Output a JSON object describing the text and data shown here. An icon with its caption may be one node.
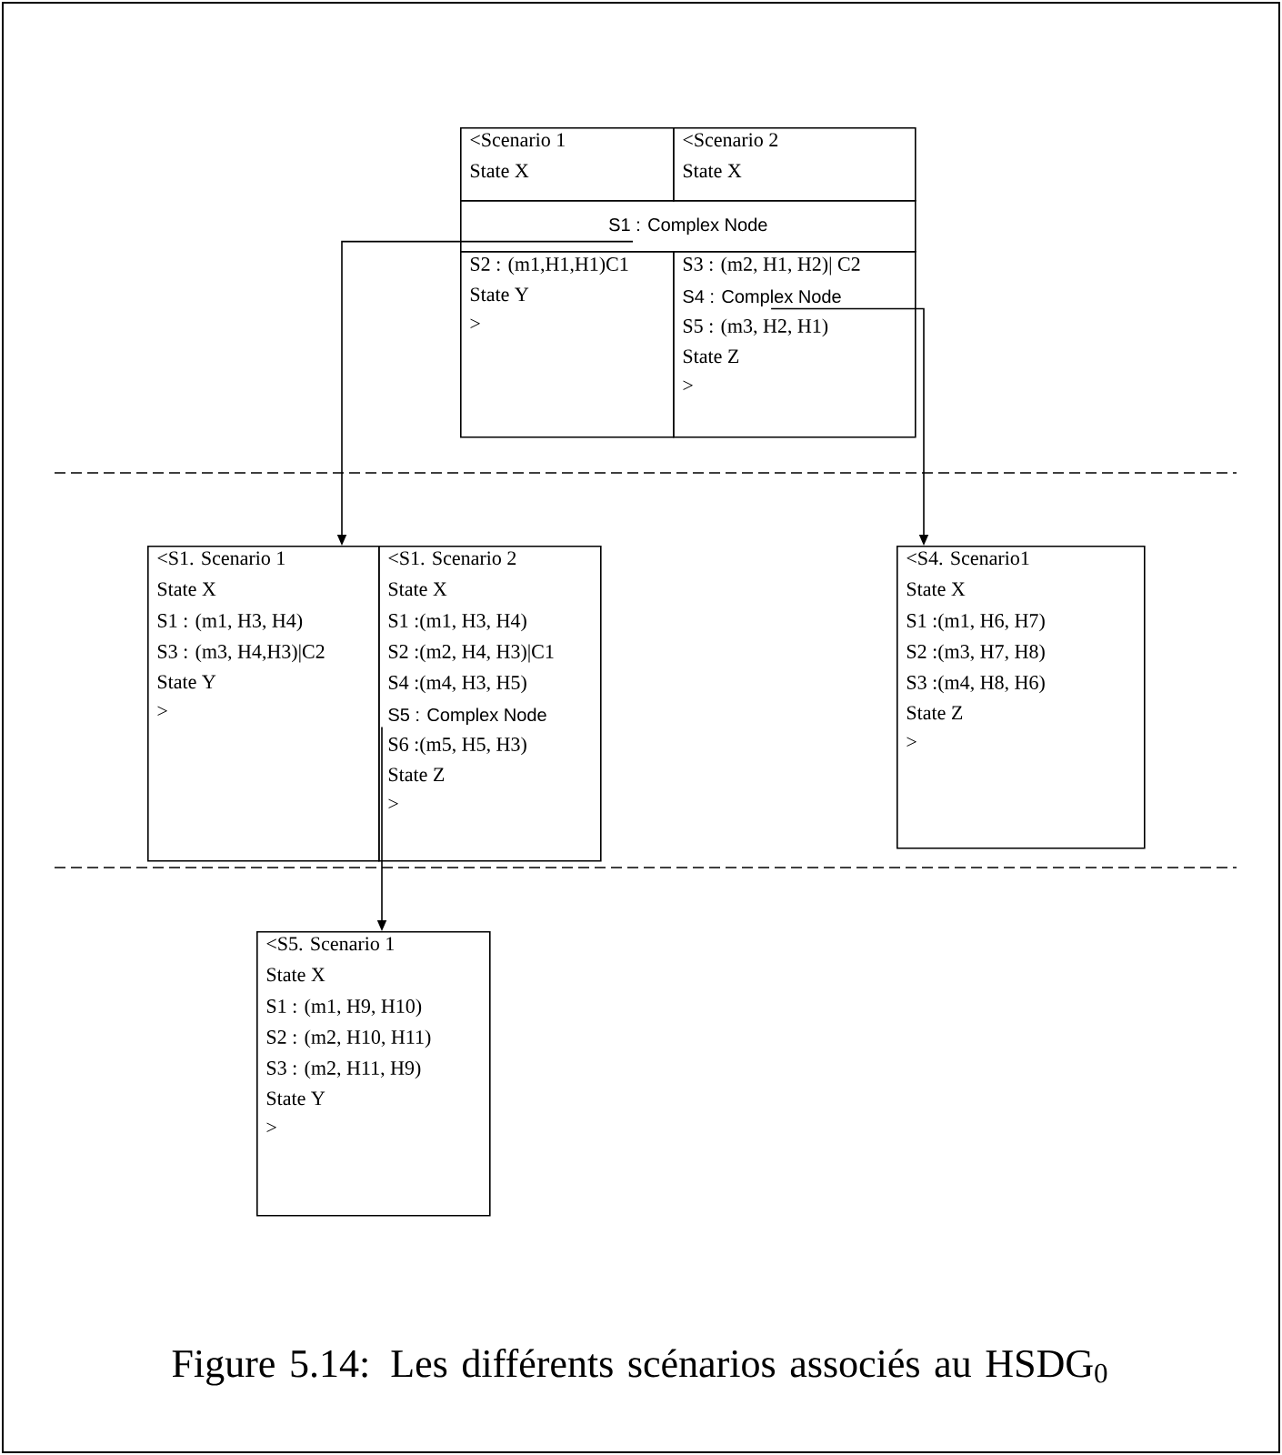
{
  "diagram": {
    "caption": "Figure 5.14: Les différents scénarios associés au HSDG$_{0}$",
    "nodes": [
      {
        "text": [
          "<Scenario 1",
          "State X"
        ]
      },
      {
        "text": [
          "<Scenario 2",
          "State X"
        ]
      },
      {
        "text": [
          "S1 : Complex Node"
        ]
      },
      {
        "text": [
          "S2 : (m1,H1,H1)C1",
          "State Y",
          ">"
        ]
      },
      {
        "text": [
          "S3 : (m2, H1, H2)| C2",
          "S5 : (m3, H2, H1)",
          "State Z",
          ">"
        ]
      },
      {
        "text": [
          "S4 : Complex Node"
        ],
        "in": 4
      },
      {
        "text": [
          "<S1. Scenario 1",
          "State X",
          "S1 : (m1, H3, H4)",
          "S3 : (m3, H4,H3)|C2",
          "State Y",
          ">"
        ]
      },
      {
        "text": [
          "<S1. Scenario 2",
          "State X",
          "S1 :(m1, H3, H4)",
          "S2 :(m2, H4, H3)|C1",
          "S4 :(m4, H3, H5)",
          "S6 :(m5, H5, H3)",
          "State Z",
          ">"
        ]
      },
      {
        "text": [
          "S5 : Complex Node"
        ],
        "in": 7
      },
      {
        "text": [
          "<S4. Scenario1",
          "State X",
          "S1 :(m1, H6, H7)",
          "S2 :(m3, H7, H8)",
          "S3 :(m4, H8, H6)",
          "State Z",
          ">"
        ]
      },
      {
        "text": [
          "<S5. Scenario 1",
          "State X",
          "S1 : (m1, H9, H10)",
          "S2 : (m2, H10, H11)",
          "S3 : (m2, H11, H9)",
          "State Y",
          ">"
        ]
      }
    ],
    "edges": [
      {
        "from": 2,
        "to": 6,
        "arrow": "to"
      },
      {
        "from": 5,
        "to": 9,
        "arrow": "to"
      },
      {
        "from": 8,
        "to": 10,
        "arrow": "to"
      }
    ]
  }
}
